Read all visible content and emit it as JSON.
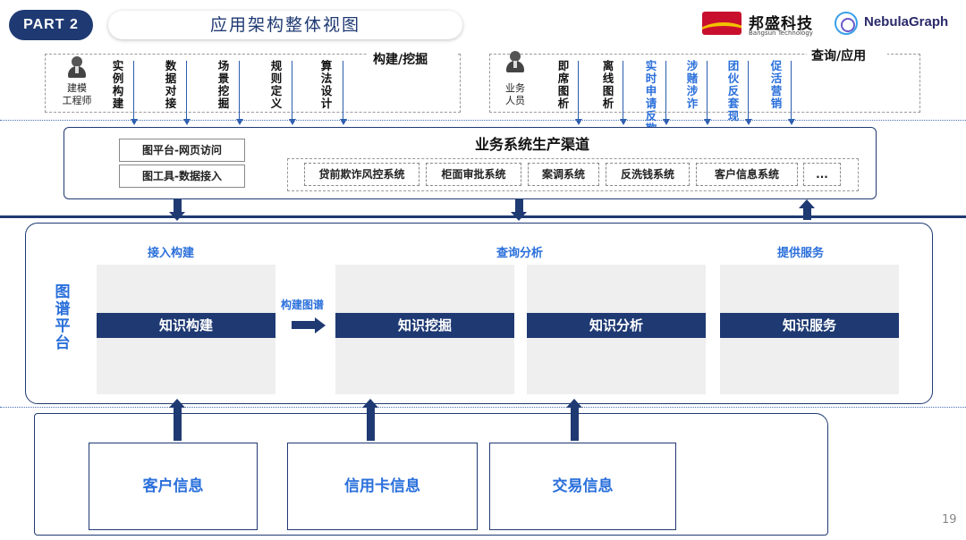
{
  "header": {
    "part": "PART 2",
    "title": "应用架构整体视图",
    "bangsun_cn": "邦盛科技",
    "bangsun_en": "Bangsun Technology",
    "nebula": "NebulaGraph"
  },
  "left_panel": {
    "role": [
      "建模",
      "工程师"
    ],
    "steps": [
      "实例构建",
      "数据对接",
      "场景挖掘",
      "规则定义",
      "算法设计"
    ],
    "label": "构建/挖掘"
  },
  "right_panel": {
    "role": [
      "业务",
      "人员"
    ],
    "steps": [
      "即席图析",
      "离线图析",
      "实时申请反欺诈",
      "涉赌涉诈",
      "团伙反套现",
      "促活营销"
    ],
    "label": "查询/应用"
  },
  "business": {
    "title": "业务系统生产渠道",
    "tools": [
      "图平台-网页访问",
      "图工具-数据接入"
    ],
    "systems": [
      "贷前欺诈风控系统",
      "柜面审批系统",
      "案调系统",
      "反洗钱系统",
      "客户信息系统",
      "..."
    ]
  },
  "platform": {
    "title": "图谱平台",
    "labels": {
      "ingest": "接入构建",
      "query": "查询分析",
      "service": "提供服务",
      "graph": "构建图谱"
    },
    "modules": [
      "知识构建",
      "知识挖掘",
      "知识分析",
      "知识服务"
    ]
  },
  "sources": [
    "客户信息",
    "信用卡信息",
    "交易信息"
  ],
  "page_number": "19",
  "colors": {
    "navy": "#1f3a73",
    "blue": "#2a6fdb",
    "card": "#efefef"
  },
  "icons": [
    "person-icon",
    "arrow-down-icon",
    "arrow-up-icon",
    "arrow-right-icon"
  ]
}
